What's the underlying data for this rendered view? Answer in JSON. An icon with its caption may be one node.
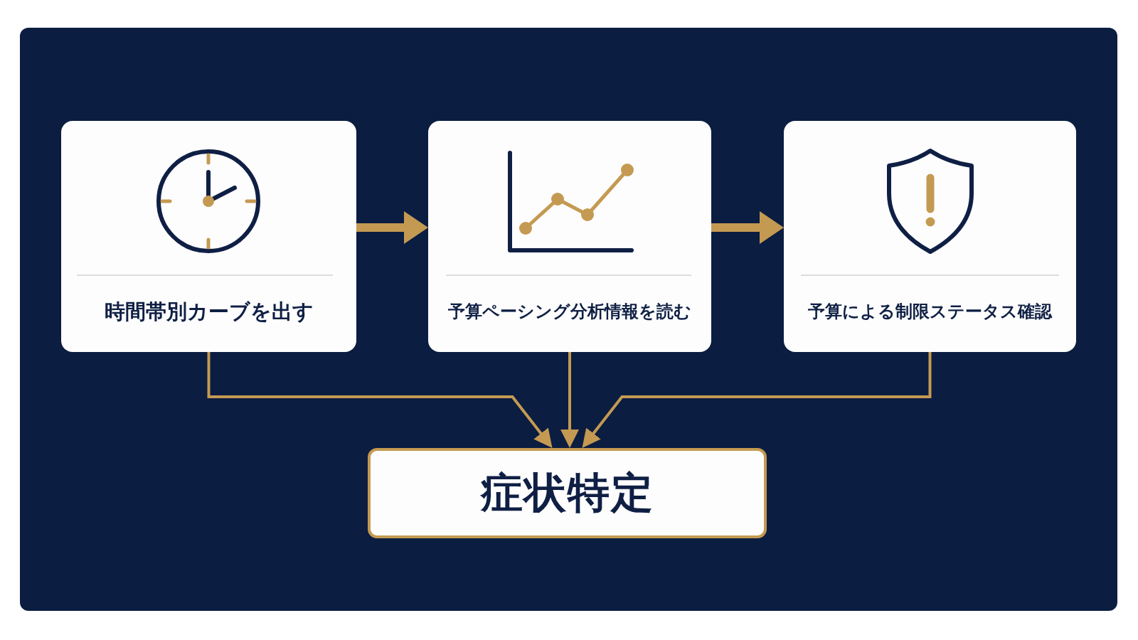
{
  "diagram": {
    "nodes": [
      {
        "text": [
          "時間帯別カーブを出す"
        ]
      },
      {
        "text": [
          "予算ペーシング分析情報を読む"
        ]
      },
      {
        "text": [
          "予算による制限ステータス確認"
        ]
      },
      {
        "text": [
          "症状特定"
        ]
      }
    ],
    "edges": [
      {
        "from": 0,
        "to": 1,
        "arrow": "to",
        "style": "thick"
      },
      {
        "from": 1,
        "to": 2,
        "arrow": "to",
        "style": "thick"
      },
      {
        "from": 0,
        "to": 3,
        "arrow": "to"
      },
      {
        "from": 1,
        "to": 3,
        "arrow": "to"
      },
      {
        "from": 2,
        "to": 3,
        "arrow": "to"
      }
    ]
  }
}
